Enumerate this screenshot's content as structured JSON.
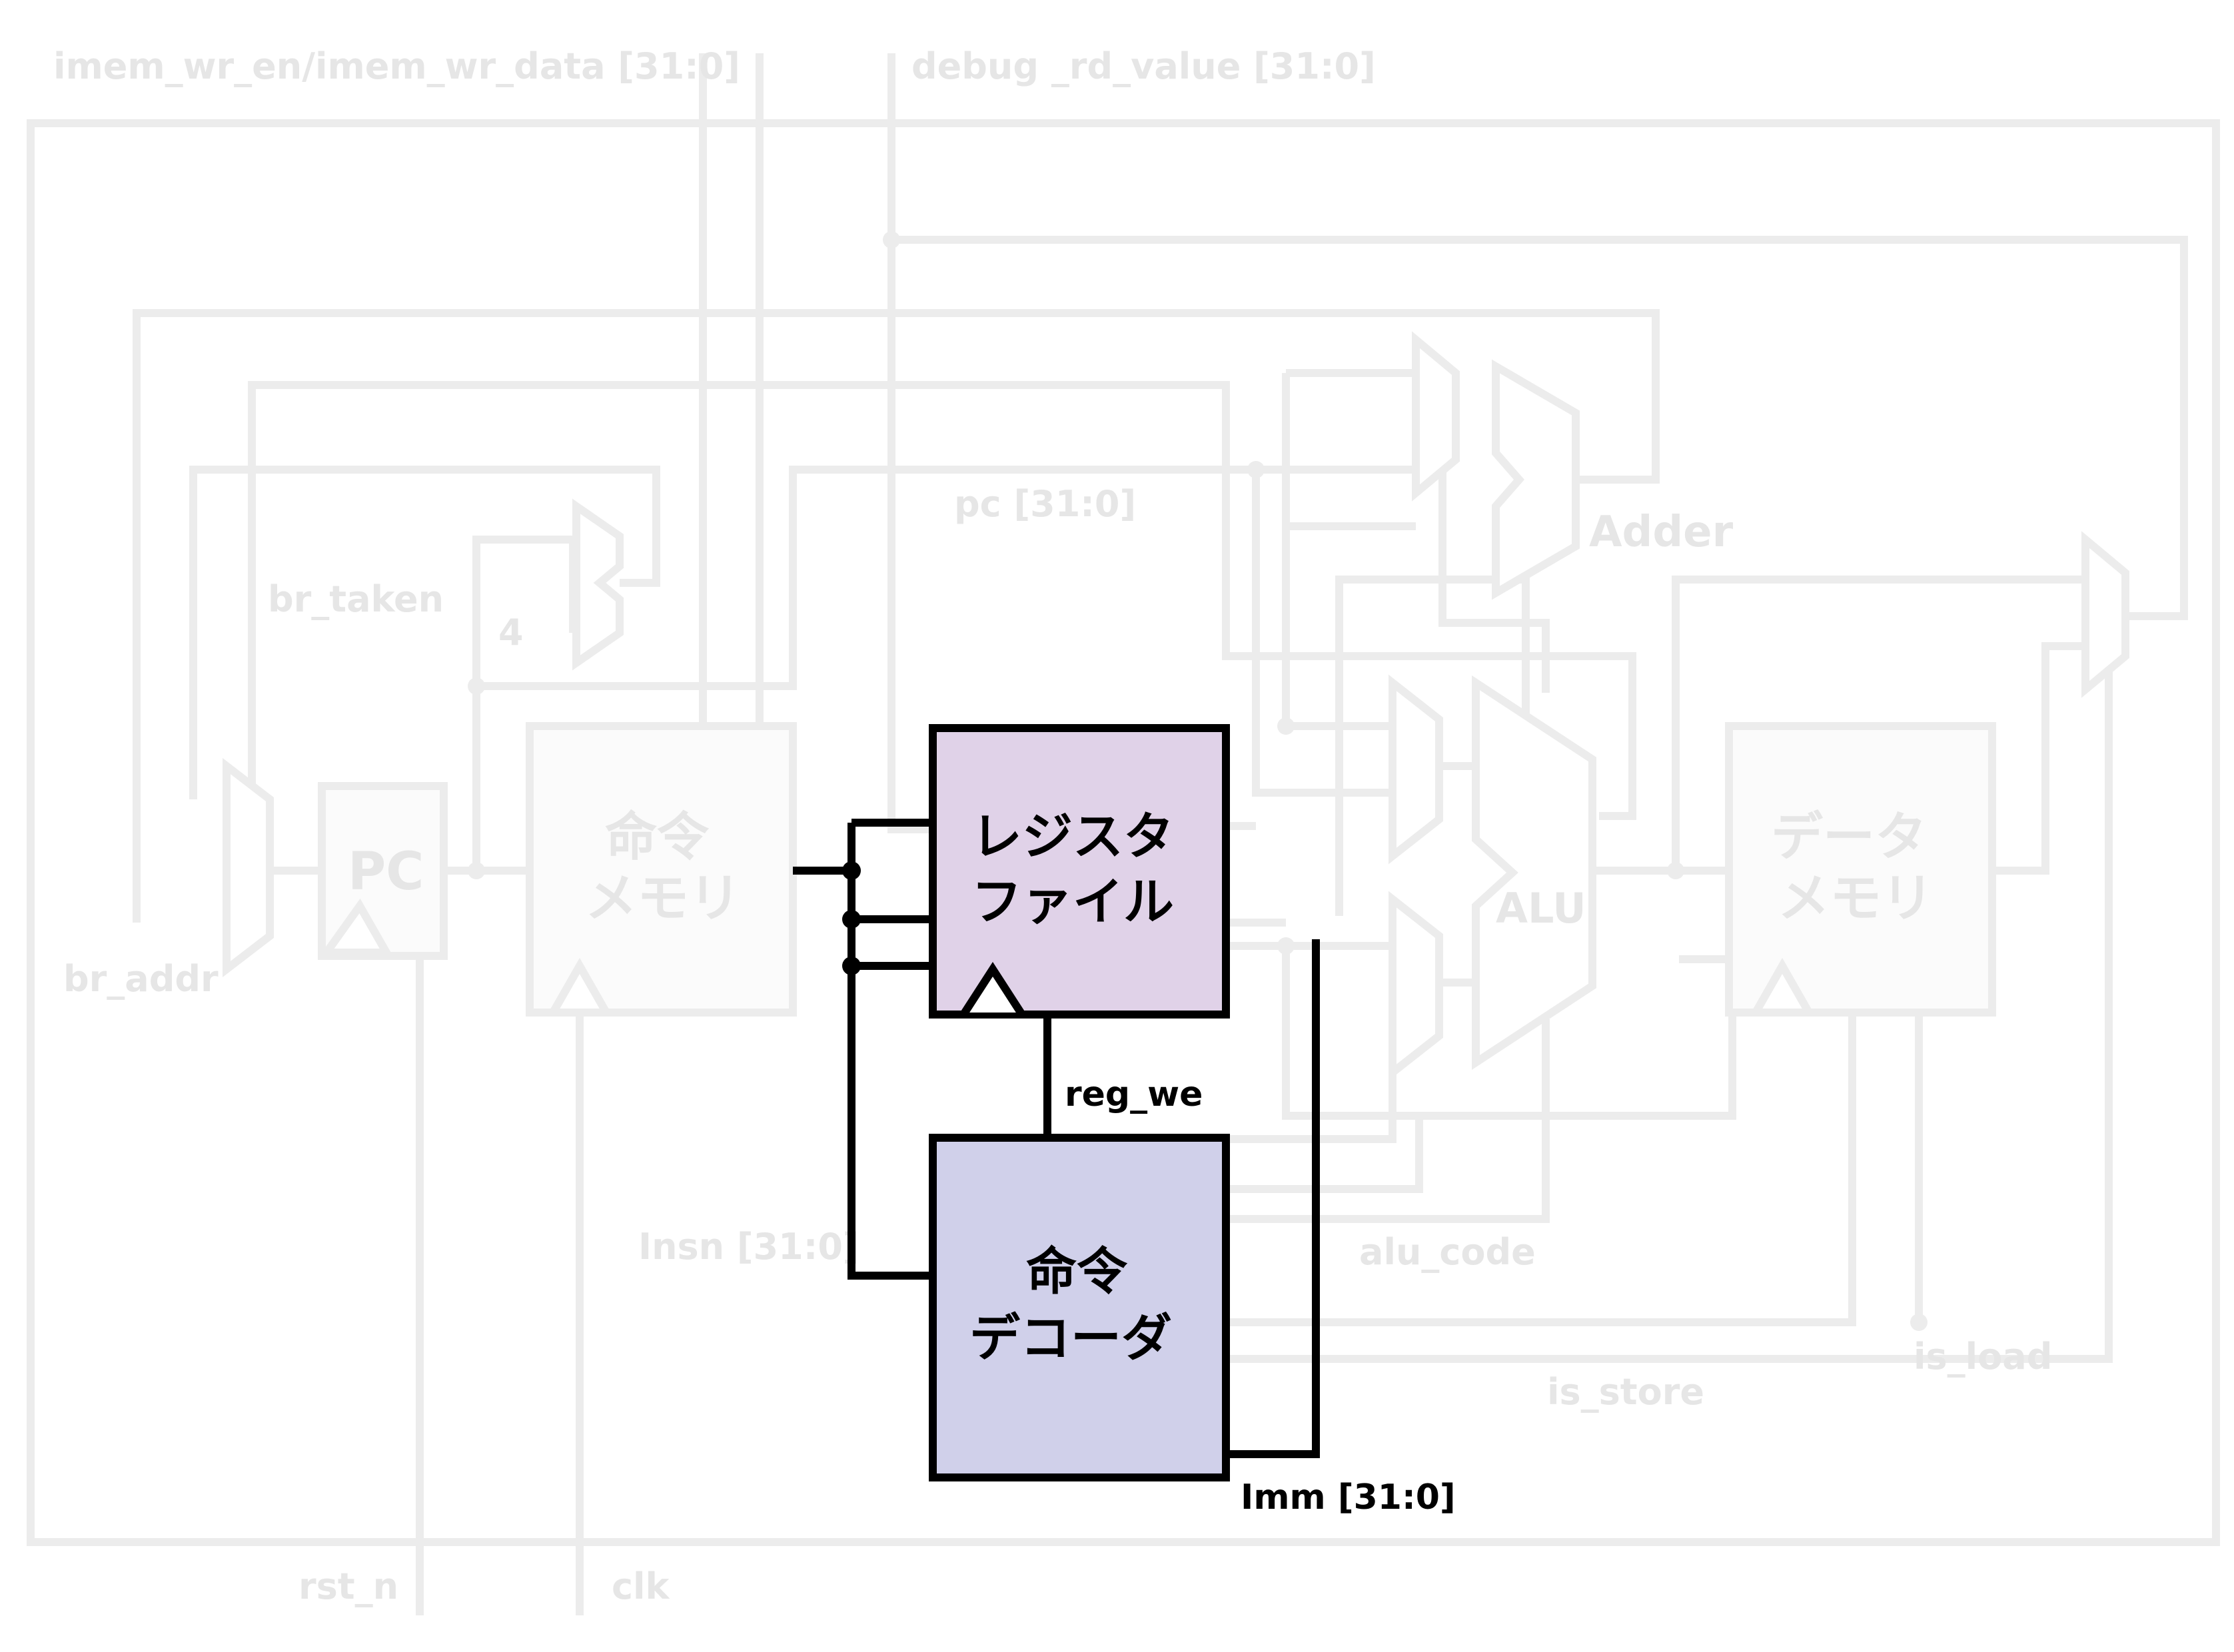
{
  "labels": {
    "imem_wr": "imem_wr_en/imem_wr_data [31:0]",
    "debug_rd": "debug _rd_value [31:0]",
    "pc_bus": "pc [31:0]",
    "br_taken": "br_taken",
    "four": "4",
    "br_addr": "br_addr",
    "adder": "Adder",
    "insn": "Insn [31:0]",
    "alu_code": "alu_code",
    "is_store": "is_store",
    "is_load": "is_load",
    "rst_n": "rst_n",
    "clk": "clk",
    "reg_we": "reg_we",
    "imm": "Imm [31:0]",
    "alu": "ALU"
  },
  "blocks": {
    "pc": "PC",
    "imem": [
      "命令",
      "メモリ"
    ],
    "regfile": [
      "レジスタ",
      "ファイル"
    ],
    "decoder": [
      "命令",
      "デコーダ"
    ],
    "dmem": [
      "データ",
      "メモリ"
    ]
  },
  "colors": {
    "regfile_fill": "#e0d2e8",
    "decoder_fill": "#d0d0ea",
    "highlight": "#000000",
    "faded": "#ececec"
  }
}
